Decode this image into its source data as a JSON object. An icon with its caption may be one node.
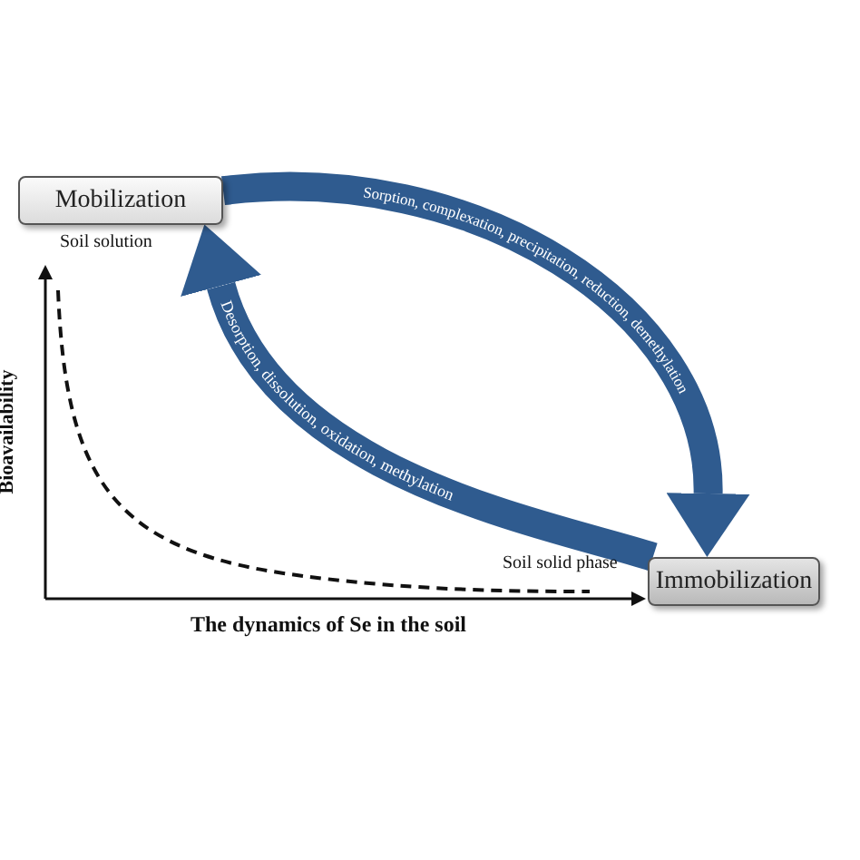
{
  "diagram": {
    "nodes": [
      {
        "text": [
          "Mobilization"
        ]
      },
      {
        "text": [
          "Immobilization"
        ]
      }
    ],
    "edges": [
      {
        "from": 0,
        "to": 1,
        "arrow": "to",
        "label": "Sorption, complexation, precipitation, reduction, demethylation"
      },
      {
        "from": 1,
        "to": 0,
        "arrow": "to",
        "label": "Desorption, dissolution, oxidation, methylation"
      }
    ],
    "labels": [
      "Soil solution",
      "Bioavailability",
      "Soil solid phase",
      "The dynamics of Se in the soil"
    ]
  }
}
